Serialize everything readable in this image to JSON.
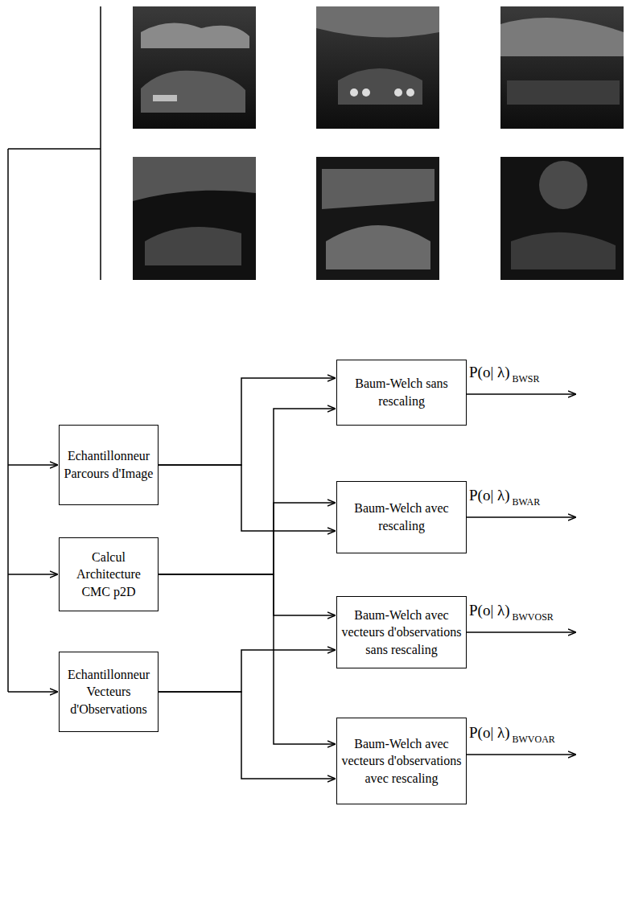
{
  "diagram": {
    "nodes": [
      {
        "text": [
          "Echantillonneur Parcours d'Image"
        ]
      },
      {
        "text": [
          "Calcul Architecture CMC p2D"
        ]
      },
      {
        "text": [
          "Echantillonneur Vecteurs d'Observations"
        ]
      },
      {
        "text": [
          "Baum-Welch sans rescaling"
        ]
      },
      {
        "text": [
          "Baum-Welch avec rescaling"
        ]
      },
      {
        "text": [
          "Baum-Welch avec vecteurs d'observations sans rescaling"
        ]
      },
      {
        "text": [
          "Baum-Welch avec vecteurs d'observations avec rescaling"
        ]
      }
    ],
    "edges": [
      {
        "from": 0,
        "to": 3,
        "arrow": "to"
      },
      {
        "from": 0,
        "to": 4,
        "arrow": "to"
      },
      {
        "from": 1,
        "to": 3,
        "arrow": "to"
      },
      {
        "from": 1,
        "to": 4,
        "arrow": "to"
      },
      {
        "from": 1,
        "to": 5,
        "arrow": "to"
      },
      {
        "from": 1,
        "to": 6,
        "arrow": "to"
      },
      {
        "from": 2,
        "to": 5,
        "arrow": "to"
      },
      {
        "from": 2,
        "to": 6,
        "arrow": "to"
      }
    ],
    "labels": [
      "P(o| λ)",
      "BWSR",
      "P(o| λ)",
      "BWAR",
      "P(o| λ)",
      "BWVOSR",
      "P(o| λ)",
      "BWVOAR"
    ]
  }
}
